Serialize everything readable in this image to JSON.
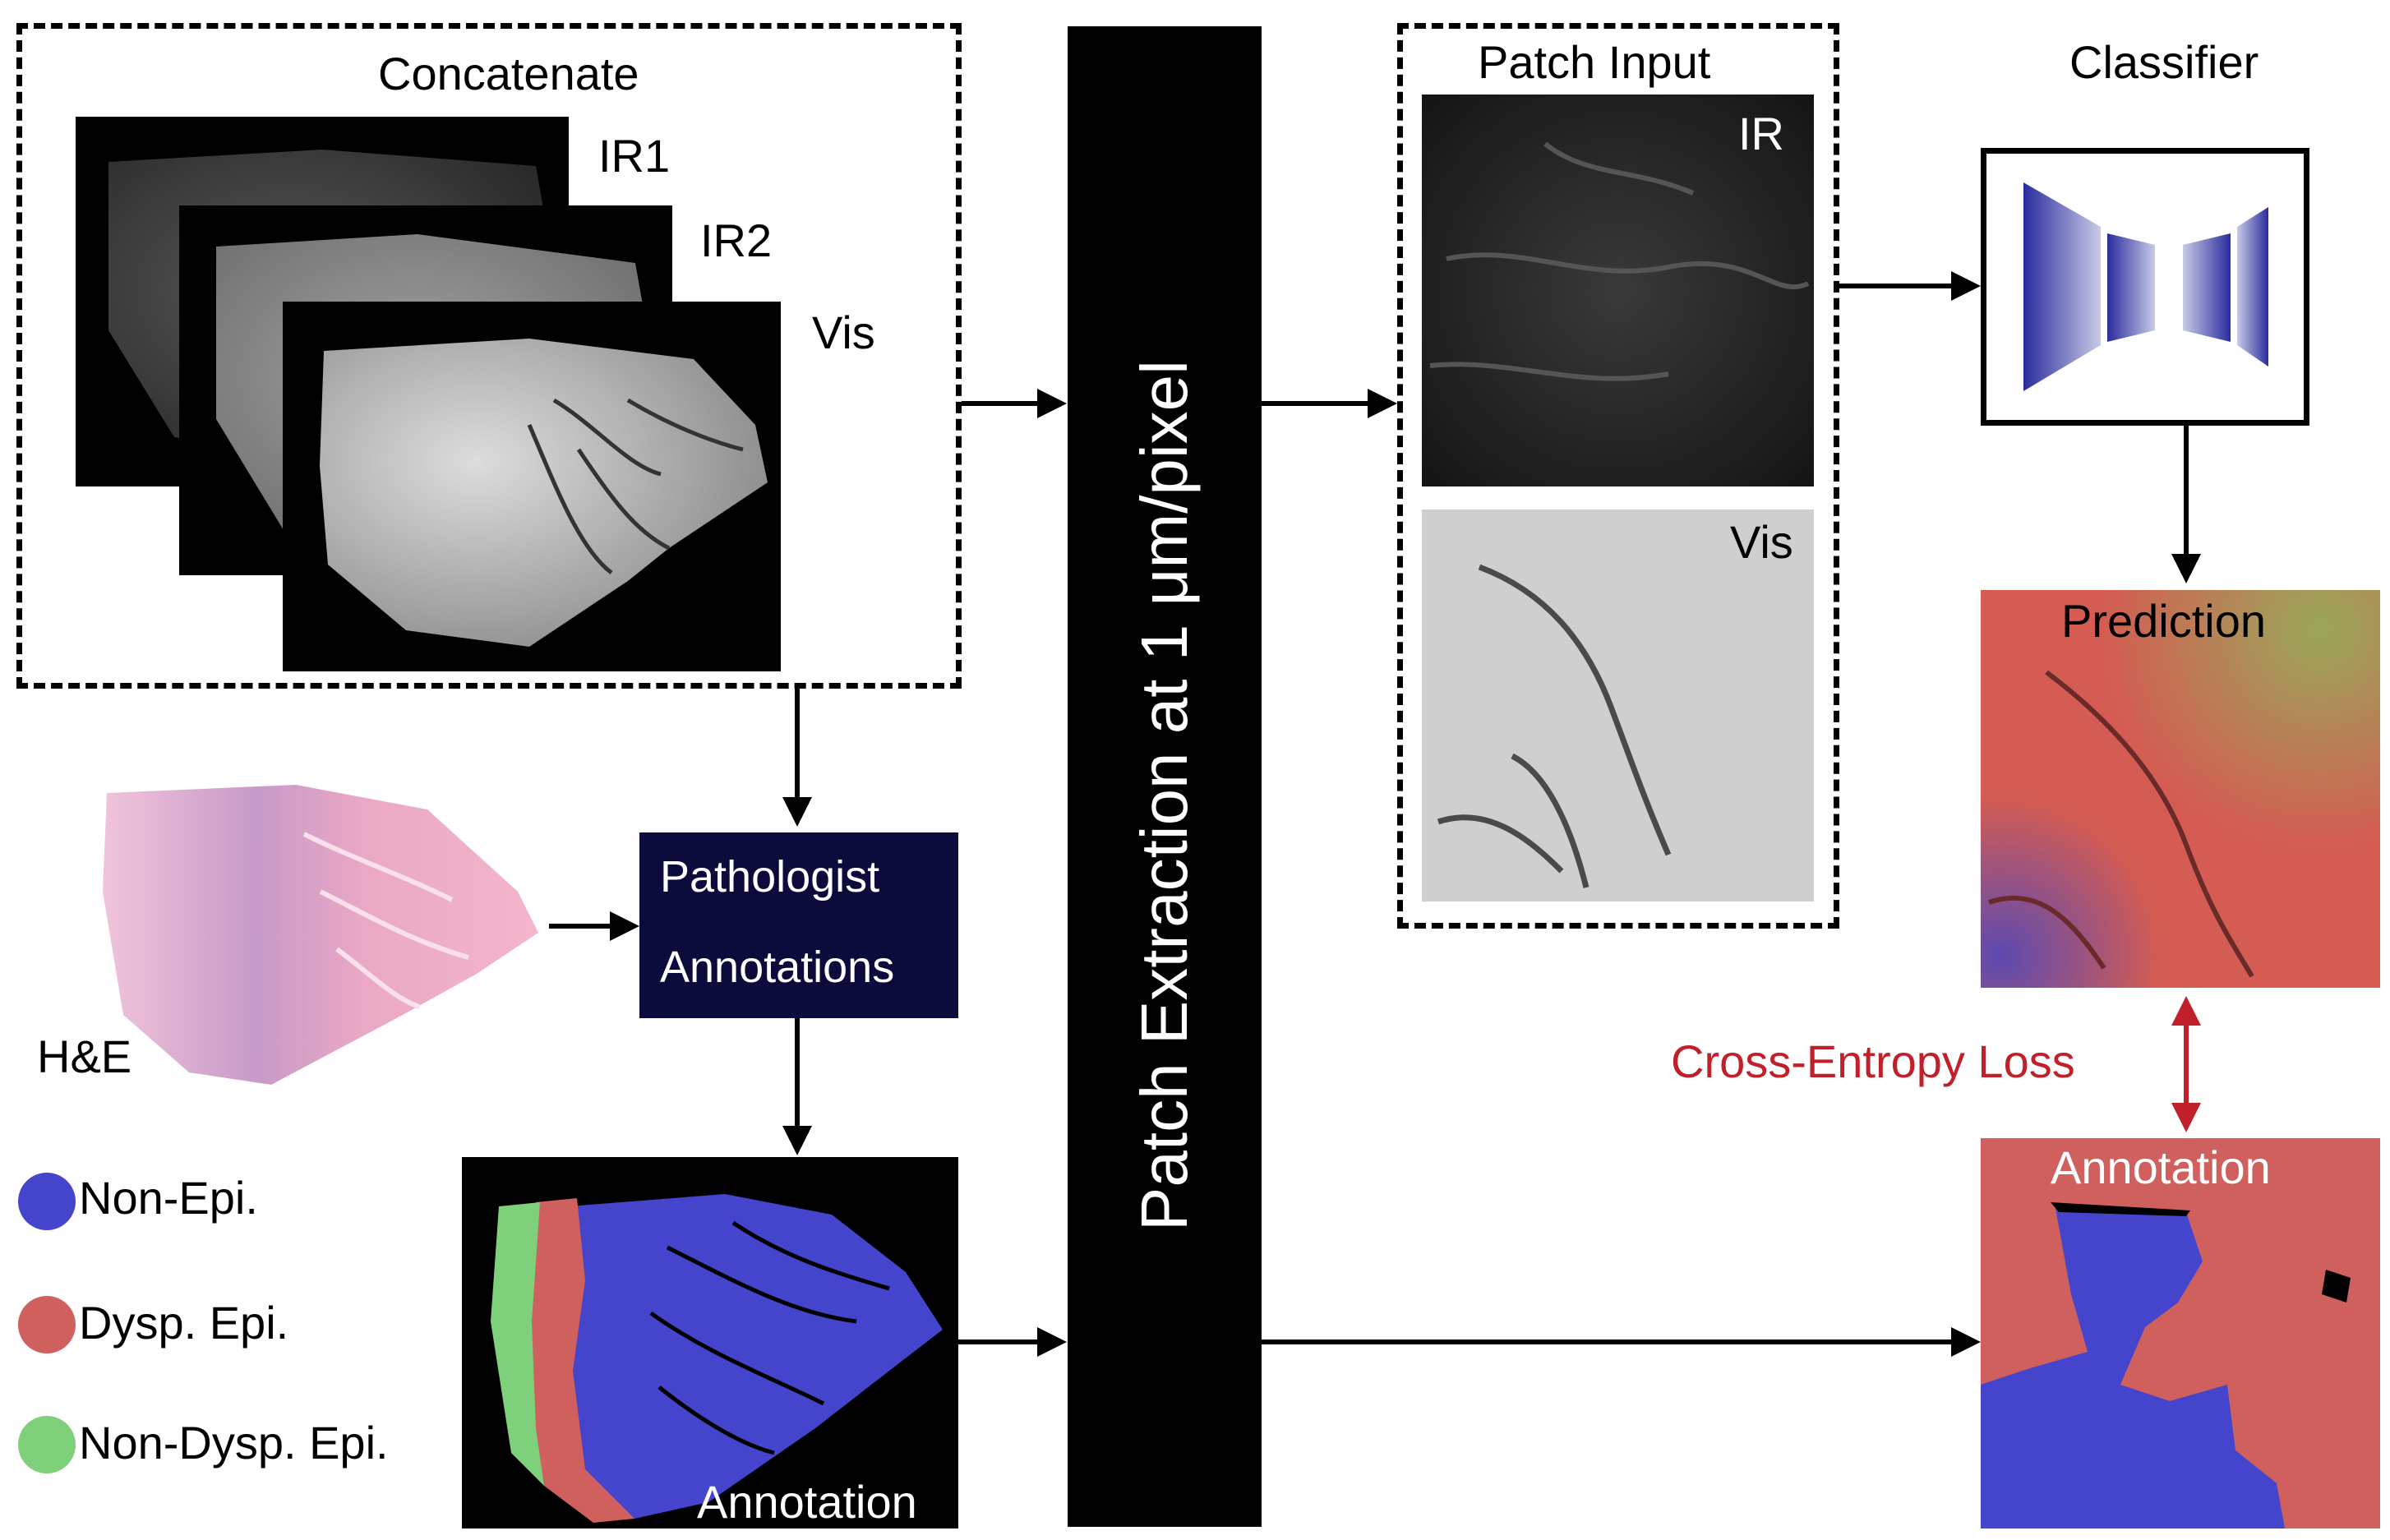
{
  "concat_panel": {
    "title": "Concatenate",
    "layers": [
      "IR1",
      "IR2",
      "Vis"
    ]
  },
  "he_label": "H&E",
  "pathologist_box": {
    "line1": "Pathologist",
    "line2": "Annotations"
  },
  "legend": [
    {
      "label": "Non-Epi.",
      "color": "#4444cc"
    },
    {
      "label": "Dysp. Epi.",
      "color": "#d0605e"
    },
    {
      "label": "Non-Dysp. Epi.",
      "color": "#7ed07a"
    }
  ],
  "annotation_label": "Annotation",
  "patch_extraction_label": "Patch Extraction at 1 μm/pixel",
  "patch_input": {
    "title": "Patch Input",
    "ir_label": "IR",
    "vis_label": "Vis"
  },
  "classifier_label": "Classifier",
  "prediction_label": "Prediction",
  "loss_label": "Cross-Entropy Loss",
  "right_annotation_label": "Annotation",
  "colors": {
    "loss_red": "#c0202a",
    "navy_box": "#0b0c3c",
    "network_blue": "#2a2c9e"
  }
}
